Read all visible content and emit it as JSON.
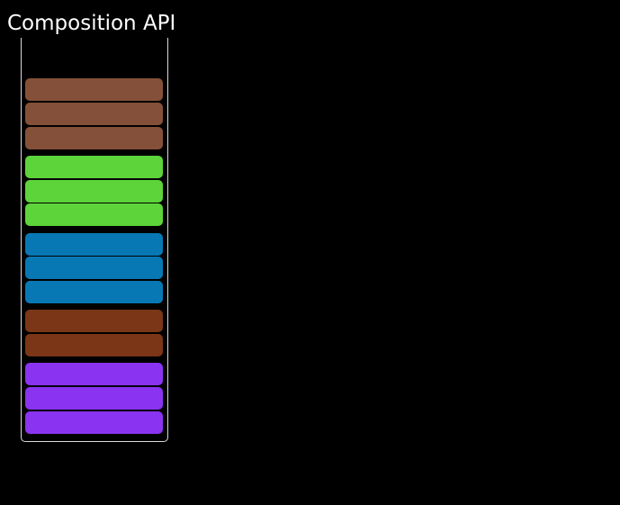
{
  "figure": {
    "title": "Composition API",
    "background_color": "#000000",
    "title_color": "#ffffff",
    "container_outline_color": "#d9d9d9"
  },
  "stack": {
    "description": "open-top container holding 14 rounded blocks in 5 color groups, listed top to bottom",
    "total_blocks": 14,
    "groups": [
      {
        "name": "brown",
        "color": "#855039",
        "count": 3
      },
      {
        "name": "green",
        "color": "#5dd53a",
        "count": 3
      },
      {
        "name": "blue",
        "color": "#0878b5",
        "count": 3
      },
      {
        "name": "dark-brown",
        "color": "#7b3617",
        "count": 2
      },
      {
        "name": "purple",
        "color": "#8a33f0",
        "count": 3
      }
    ]
  }
}
